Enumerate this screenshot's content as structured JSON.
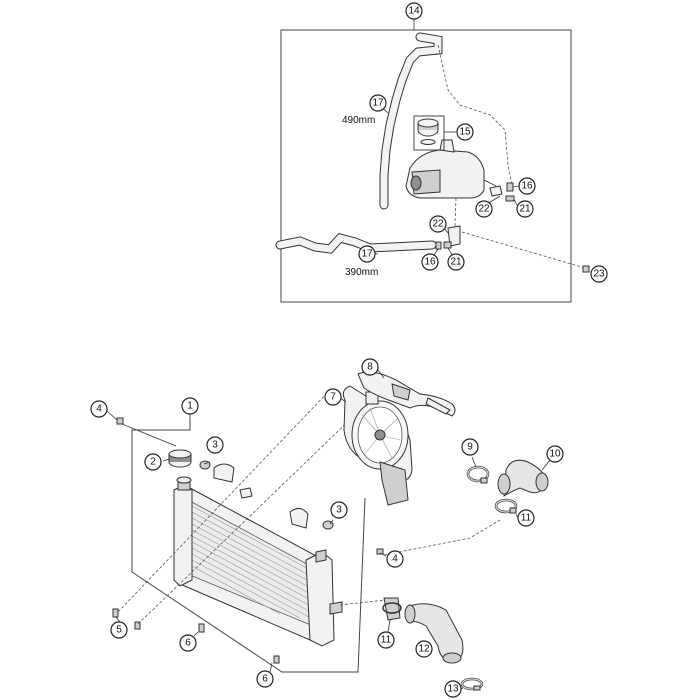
{
  "callouts": {
    "c14": "14",
    "c17a": "17",
    "c15": "15",
    "c16a": "16",
    "c22a": "22",
    "c21a": "21",
    "c22b": "22",
    "c17b": "17",
    "c16b": "16",
    "c21b": "21",
    "c23": "23",
    "c8": "8",
    "c1": "1",
    "c4a": "4",
    "c7": "7",
    "c3a": "3",
    "c2": "2",
    "c9": "9",
    "c10": "10",
    "c3b": "3",
    "c11a": "11",
    "c4b": "4",
    "c5": "5",
    "c6a": "6",
    "c11b": "11",
    "c12": "12",
    "c6b": "6",
    "c13": "13"
  },
  "dimensions": {
    "hose_upper_length": "490mm",
    "hose_lower_length": "390mm"
  }
}
